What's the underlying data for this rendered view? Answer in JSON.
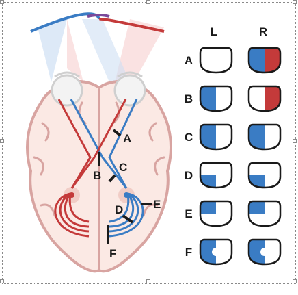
{
  "colors": {
    "left_field": "#3a7cc4",
    "right_field": "#c43a3a",
    "brain_fill": "#fbe9e4",
    "brain_outline": "#d8a4a1",
    "lesion": "#1a1a1a"
  },
  "columns": {
    "left": "L",
    "right": "R"
  },
  "rows": [
    {
      "label": "A",
      "left": "full-white",
      "right": "full-color"
    },
    {
      "label": "B",
      "left": "left-half",
      "right": "right-half-red"
    },
    {
      "label": "C",
      "left": "left-half",
      "right": "left-half"
    },
    {
      "label": "D",
      "left": "lower-left-quadrant",
      "right": "lower-left-quadrant"
    },
    {
      "label": "E",
      "left": "upper-left-quadrant",
      "right": "upper-left-quadrant"
    },
    {
      "label": "F",
      "left": "left-half-macular-sparing",
      "right": "left-half-macular-sparing"
    }
  ],
  "lesions": [
    {
      "label": "A"
    },
    {
      "label": "B"
    },
    {
      "label": "C"
    },
    {
      "label": "D"
    },
    {
      "label": "E"
    },
    {
      "label": "F"
    }
  ]
}
